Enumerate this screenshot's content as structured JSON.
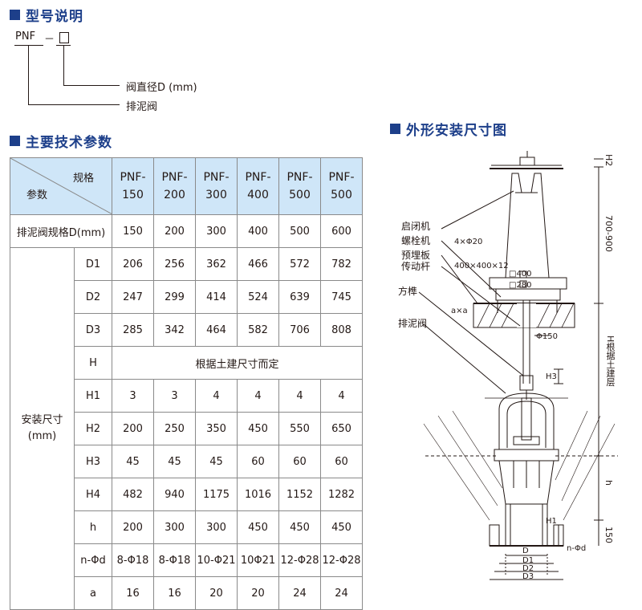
{
  "sections": {
    "model_title": "型号说明",
    "spec_title": "主要技术参数",
    "drawing_title": "外形安装尺寸图"
  },
  "model": {
    "code": "PNF",
    "dash": "－",
    "dn_label": "阀直径D (mm)",
    "type_label": "排泥阀"
  },
  "table": {
    "header_top": "规格",
    "header_bottom": "参数",
    "models": [
      {
        "line1": "PNF-",
        "line2": "150"
      },
      {
        "line1": "PNF-",
        "line2": "200"
      },
      {
        "line1": "PNF-",
        "line2": "300"
      },
      {
        "line1": "PNF-",
        "line2": "400"
      },
      {
        "line1": "PNF-",
        "line2": "500"
      },
      {
        "line1": "PNF-",
        "line2": "500"
      }
    ],
    "spec_row": {
      "label": "排泥阀规格D(mm)",
      "values": [
        "150",
        "200",
        "300",
        "400",
        "500",
        "600"
      ]
    },
    "group_label_1": "安装尺寸",
    "group_label_2": "(mm)",
    "rows": [
      {
        "label": "D1",
        "values": [
          "206",
          "256",
          "362",
          "466",
          "572",
          "782"
        ]
      },
      {
        "label": "D2",
        "values": [
          "247",
          "299",
          "414",
          "524",
          "639",
          "745"
        ]
      },
      {
        "label": "D3",
        "values": [
          "285",
          "342",
          "464",
          "582",
          "706",
          "808"
        ]
      },
      {
        "label": "H",
        "merged": "根据土建尺寸而定"
      },
      {
        "label": "H1",
        "values": [
          "3",
          "3",
          "4",
          "4",
          "4",
          "4"
        ]
      },
      {
        "label": "H2",
        "values": [
          "200",
          "250",
          "350",
          "450",
          "550",
          "650"
        ]
      },
      {
        "label": "H3",
        "values": [
          "45",
          "45",
          "45",
          "60",
          "60",
          "60"
        ]
      },
      {
        "label": "H4",
        "values": [
          "482",
          "940",
          "1175",
          "1016",
          "1152",
          "1282"
        ]
      },
      {
        "label": "h",
        "values": [
          "200",
          "300",
          "300",
          "450",
          "450",
          "450"
        ]
      },
      {
        "label": "n-Φd",
        "values": [
          "8-Φ18",
          "8-Φ18",
          "10-Φ21",
          "10Φ21",
          "12-Φ28",
          "12-Φ28"
        ]
      },
      {
        "label": "a",
        "values": [
          "16",
          "16",
          "20",
          "20",
          "24",
          "24"
        ]
      }
    ]
  },
  "drawing": {
    "labels": {
      "opener": "启闭机",
      "bolt": "螺栓机",
      "plate": "预埋板",
      "rod": "传动杆",
      "tenon": "方榫",
      "valve": "排泥阀"
    },
    "dims": {
      "bolts": "4×Φ20",
      "plate_size": "400×400×12",
      "sq400": "□400",
      "sq280": "□280",
      "axa": "a×a",
      "phi150": "Φ150",
      "h_range": "700-900",
      "h_civil": "H根据土建层",
      "h3": "H3",
      "h2": "H2",
      "h_small": "h",
      "h150": "150",
      "h1": "H1",
      "nphid": "n-Φd",
      "d": "D",
      "d1": "D1",
      "d2": "D2",
      "d3": "D3"
    }
  }
}
